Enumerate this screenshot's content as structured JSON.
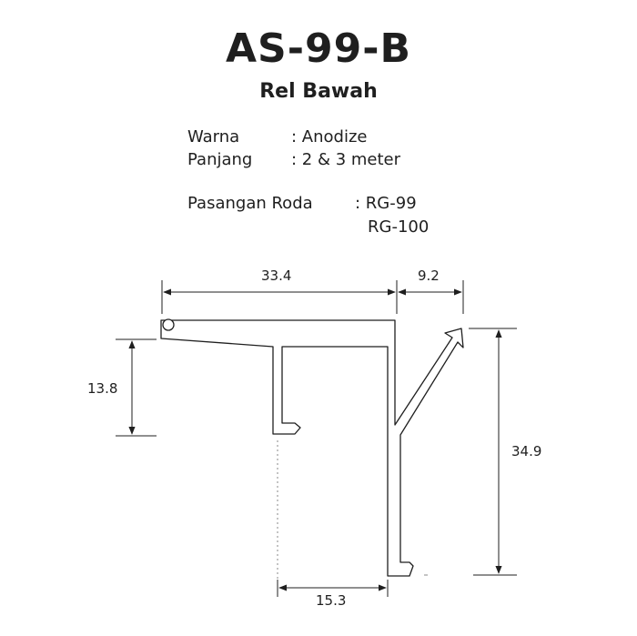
{
  "product": {
    "code": "AS-99-B",
    "name": "Rel Bawah"
  },
  "specs": {
    "color_label": "Warna",
    "color_value": ": Anodize",
    "length_label": "Panjang",
    "length_value": ": 2 & 3 meter",
    "wheel_label": "Pasangan Roda",
    "wheel_value_1": ": RG-99",
    "wheel_value_2": "RG-100"
  },
  "dimensions": {
    "top_width": "33.4",
    "right_offset": "9.2",
    "inner_depth": "13.8",
    "total_height": "34.9",
    "bottom_width": "15.3"
  }
}
